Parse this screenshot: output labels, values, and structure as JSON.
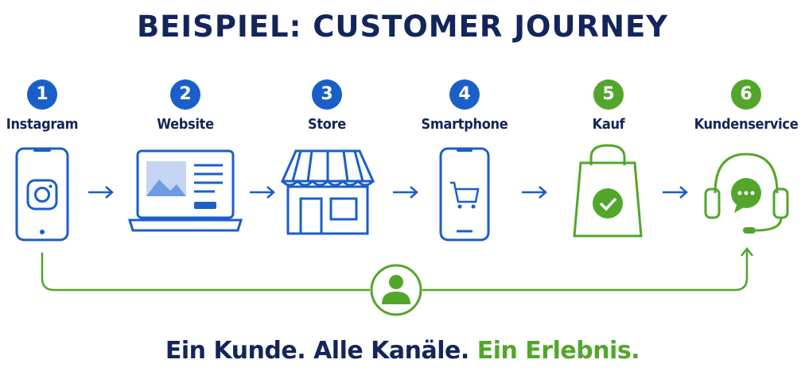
{
  "title": "BEISPIEL: CUSTOMER JOURNEY",
  "steps": [
    {
      "number": "1",
      "label": "Instagram",
      "icon": "instagram-phone-icon",
      "color": "#1a5fc8"
    },
    {
      "number": "2",
      "label": "Website",
      "icon": "laptop-website-icon",
      "color": "#1a5fc8"
    },
    {
      "number": "3",
      "label": "Store",
      "icon": "store-icon",
      "color": "#1a5fc8"
    },
    {
      "number": "4",
      "label": "Smartphone",
      "icon": "smartphone-cart-icon",
      "color": "#1a5fc8"
    },
    {
      "number": "5",
      "label": "Kauf",
      "icon": "shopping-bag-check-icon",
      "color": "#52a62b"
    },
    {
      "number": "6",
      "label": "Kundenservice",
      "icon": "headset-chat-icon",
      "color": "#52a62b"
    }
  ],
  "tagline": {
    "part1": "Ein Kunde. Alle Kanäle.",
    "part2": "Ein Erlebnis."
  },
  "colors": {
    "navy": "#13255a",
    "blue": "#1a5fc8",
    "green": "#52a62b"
  },
  "loop_icon": "customer-person-icon"
}
